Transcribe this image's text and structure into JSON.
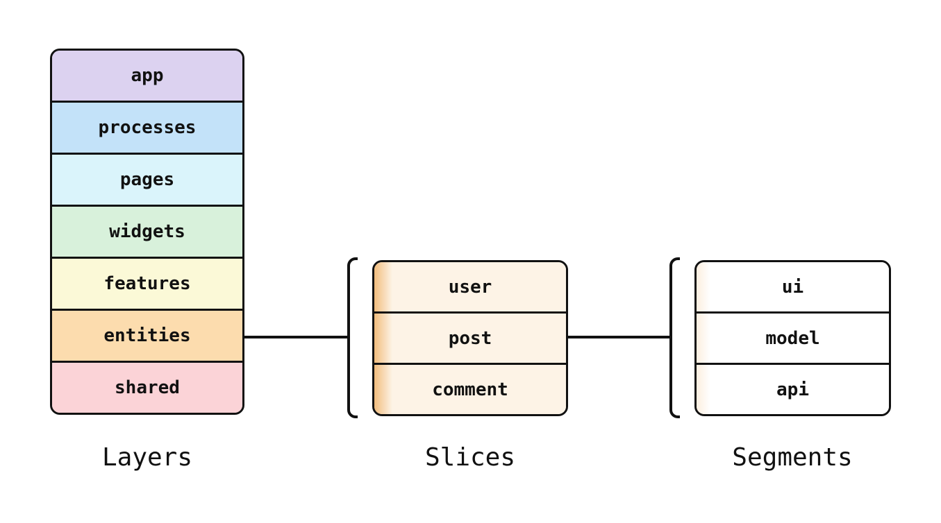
{
  "layers": {
    "title": "Layers",
    "items": [
      {
        "label": "app",
        "color": "#dcd2f0"
      },
      {
        "label": "processes",
        "color": "#c3e2f9"
      },
      {
        "label": "pages",
        "color": "#daf4fb"
      },
      {
        "label": "widgets",
        "color": "#d8f1db"
      },
      {
        "label": "features",
        "color": "#fbf9d7"
      },
      {
        "label": "entities",
        "color": "#fcdcae"
      },
      {
        "label": "shared",
        "color": "#fbd3d7"
      }
    ]
  },
  "slices": {
    "title": "Slices",
    "accent_color": "#f2bd7d",
    "items": [
      {
        "label": "user"
      },
      {
        "label": "post"
      },
      {
        "label": "comment"
      }
    ]
  },
  "segments": {
    "title": "Segments",
    "items": [
      {
        "label": "ui"
      },
      {
        "label": "model"
      },
      {
        "label": "api"
      }
    ]
  },
  "colors": {
    "stroke": "#111111",
    "background": "#ffffff"
  }
}
